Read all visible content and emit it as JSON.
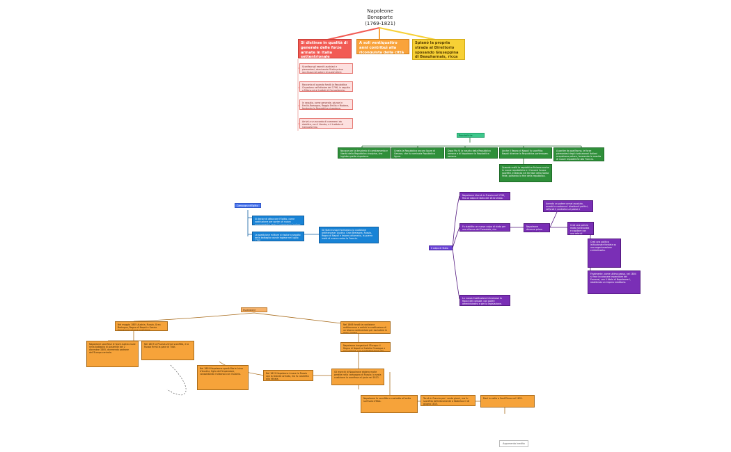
{
  "root": {
    "line1": "Napoleone",
    "line2": "Bonaparte",
    "line3": "(1769-1821)"
  },
  "top_branches": [
    "Si distinse in qualità di generale delle forze armate in Italia settentrionale",
    "A soli ventiquattro anni contribuì alla riconquista della città portuale di Tolone.",
    "Spianò la propria strada al Direttorio sposando Giuseppina di Beauharnais, ricca vedova di un generale."
  ],
  "red_children": [
    "Sconfisse gli eserciti austriaci e piemontesi, dominando l'Italia prima racchiusa nel potere di quest'ultimi.",
    "Racconta di quando fondò la Repubblica Cispadana nell'ottobre del 1796, in seguito a Milano ed ai trattati di Campoformio.",
    "In seguito, come generale, giunse in Emilia-Romagna, Reggio Emilia e Modena, fondando la Repubblica cispadana.",
    "Arrivò a un accordo di commerci da stabilire, con il Veneto, e il trattato di Campoformio."
  ],
  "green": {
    "label": "Repubbliche giacobine",
    "items": [
      "Nacque per la desiderio di cambiamento e libertà della Repubblica cisalpina, che ingloba quella cispadana.",
      "Creata la Repubblica ancora ligure di Genova, che fu nominata Repubblica ligure.",
      "Dopo Pio VI la nascita della Repubblica romana e di Napoleone la Repubblica romana.",
      "Anche il Regno di Napoli fu sconfitto; Napoli divenne la Repubblica partenopea.",
      "A partire da quell'anno, le forze piemontesi degli rivoluzionari italiani acquisirono potere, favorendo la nascita di nuove repubbliche alla Francia.",
      "Quando crollò la repubblica finirono anche le nuove repubbliche e i francesi furono sconfitti, entrando nei territori della Santa Fede, portando la fine della repubblica."
    ]
  },
  "blue": {
    "label": "Campagna d'Egitto",
    "items": [
      "Si decise di attaccare l'Egitto, come sostituzione per aprire un nuovo avanzamento verso il commercio inglese.",
      "La spedizione militare si risolse a seguito della battaglia navale inglese nel luglio 1798.",
      "Gli Stati europei formarono la coalizione antifrancese: Austria, Gran Bretagna, Russia, Regno di Napoli e Impero ottomano, la guerra iniziò di nuovo contro la Francia."
    ]
  },
  "purple": {
    "label": "Il colpo di Stato",
    "items": [
      "Napoleone ritornò in Francia nel 1799, fino al colpo di stato del 18 brumaio.",
      "Fu stabilito un nuovo colpo di stato per una riforma del Consolato, che comprendeva una nuova costituzione.",
      "Napoleone divenne primo console a vita, con più poteri.",
      "La nuova Costituzione introdusse la figura del console, con poteri amministrativi e per la legislazione.",
      "Avendo un potere ormai assoluto, arrestò e contenne i dissidenti politici, rafforzò il controllo sul paese e sull'esercito.",
      "Creò una polizia molto strutturata e capillare con una rete di informatori.",
      "Creò una politica istituzionale fondata su una organizzazione centralizzata.",
      "Finalmente, come ultimo passo, nel 1804 si fece incoronare imperatore dei Francesi, con il titolo di Napoleone I, stabilendo un impero ereditario."
    ]
  },
  "orange": {
    "label": "Espansione francese",
    "items": [
      "Nel maggio 1805 Austria, Russia, Gran Bretagna, Regno di Napoli e Svezia formarono la terza coalizione antifrancese.",
      "Nel 1806 fondò la coalizione antifrancese e ordinò la costituzione di un blocco continentale per escludere le merci inglesi.",
      "Napoleone sconfisse le forze austro-russe nella battaglia di Austerlitz del 2 dicembre 1805, divenendo padrone dell'Europa centrale.",
      "Nel 1807 la Prussia venne sconfitta, e la Russia firmò la pace di Tilsit.",
      "Napoleone riorganizzò l'Europa: il Regno di Napoli al fratello Giuseppe e poi a Murat, e la Confederazione del Reno.",
      "Nel 1809 Napoleone sposò Maria Luisa d'Austria, figlia dell'imperatore, consolidando l'alleanza con l'Austria.",
      "Nel 1812 Napoleone invase la Russia con la Grande Armata, ma fu costretto alla ritirata.",
      "Gli eserciti di Napoleone ebbero molte perdite nella campagna di Russia; la sesta coalizione lo sconfisse a Lipsia nel 1813.",
      "Napoleone fu sconfitto e costretto all'esilio sull'isola d'Elba.",
      "Tornò in Francia per i cento giorni, ma fu sconfitto definitivamente a Waterloo il 18 giugno 1815.",
      "Morì in esilio a Sant'Elena nel 1821."
    ]
  },
  "footer": "Argumento Inedito",
  "colors": {
    "red": "#f25b54",
    "orange": "#f9a33b",
    "yellow": "#f7d035",
    "green": "#2f8f3a",
    "blue": "#1883d6",
    "purple": "#7a2fb6"
  }
}
